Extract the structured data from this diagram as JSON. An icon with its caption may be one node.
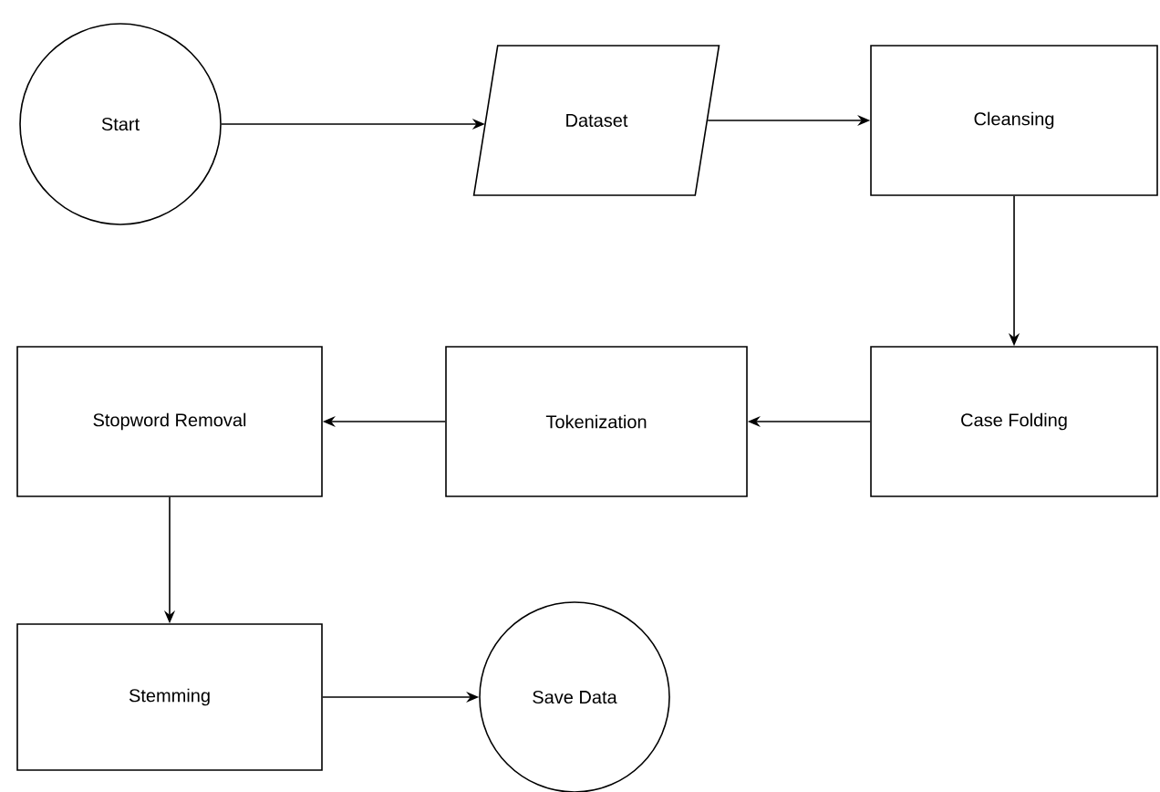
{
  "diagram": {
    "nodes": [
      {
        "text": [
          "Start"
        ]
      },
      {
        "text": [
          "Dataset"
        ]
      },
      {
        "text": [
          "Cleansing"
        ]
      },
      {
        "text": [
          "Case Folding"
        ]
      },
      {
        "text": [
          "Tokenization"
        ]
      },
      {
        "text": [
          "Stopword Removal"
        ]
      },
      {
        "text": [
          "Stemming"
        ]
      },
      {
        "text": [
          "Save Data"
        ]
      }
    ],
    "edges": [
      {
        "from": 0,
        "to": 1,
        "arrow": "to"
      },
      {
        "from": 1,
        "to": 2,
        "arrow": "to"
      },
      {
        "from": 2,
        "to": 3,
        "arrow": "to"
      },
      {
        "from": 3,
        "to": 4,
        "arrow": "to"
      },
      {
        "from": 4,
        "to": 5,
        "arrow": "to"
      },
      {
        "from": 5,
        "to": 6,
        "arrow": "to"
      },
      {
        "from": 6,
        "to": 7,
        "arrow": "to"
      }
    ]
  }
}
